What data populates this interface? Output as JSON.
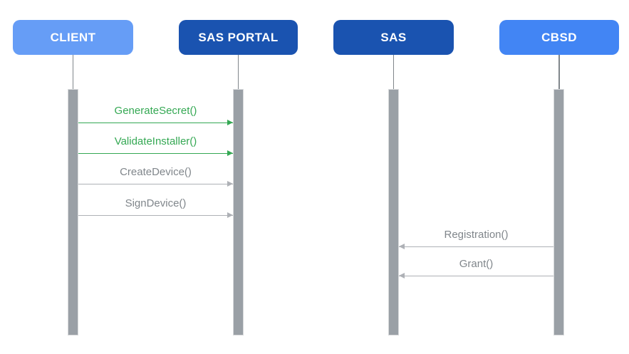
{
  "diagram": {
    "type": "sequence-diagram",
    "actors": [
      {
        "label": "CLIENT",
        "color": "#669DF6"
      },
      {
        "label": "SAS PORTAL",
        "color": "#1A53B0"
      },
      {
        "label": "SAS",
        "color": "#1A53B0"
      },
      {
        "label": "CBSD",
        "color": "#4285F4"
      }
    ],
    "messages": [
      {
        "label": "GenerateSecret()",
        "from": "CLIENT",
        "to": "SAS PORTAL",
        "direction": "right",
        "color": "#34A853",
        "line_color": "#34A853"
      },
      {
        "label": "ValidateInstaller()",
        "from": "CLIENT",
        "to": "SAS PORTAL",
        "direction": "right",
        "color": "#34A853",
        "line_color": "#34A853"
      },
      {
        "label": "CreateDevice()",
        "from": "CLIENT",
        "to": "SAS PORTAL",
        "direction": "right",
        "color": "#80868B",
        "line_color": "#AEB1B6"
      },
      {
        "label": "SignDevice()",
        "from": "CLIENT",
        "to": "SAS PORTAL",
        "direction": "right",
        "color": "#80868B",
        "line_color": "#AEB1B6"
      },
      {
        "label": "Registration()",
        "from": "CBSD",
        "to": "SAS",
        "direction": "left",
        "color": "#80868B",
        "line_color": "#AEB1B6"
      },
      {
        "label": "Grant()",
        "from": "CBSD",
        "to": "SAS",
        "direction": "left",
        "color": "#80868B",
        "line_color": "#AEB1B6"
      }
    ],
    "colors": {
      "background": "#FFFFFF",
      "lifeline": "#80868B",
      "activation_fill": "#9AA0A6",
      "activation_border": "#D8DADC",
      "green_message": "#34A853",
      "gray_message_text": "#80868B",
      "gray_message_line": "#AEB1B6"
    }
  }
}
